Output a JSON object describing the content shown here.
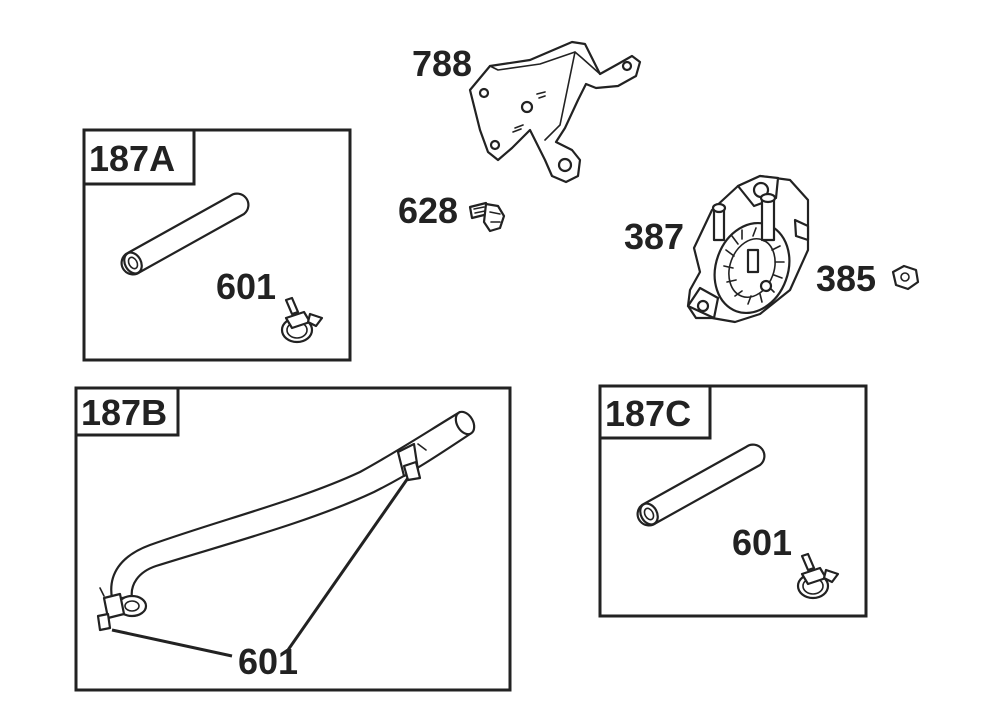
{
  "diagram": {
    "boxes": [
      {
        "id": "kit-a",
        "label": "187A",
        "part_callout": "601"
      },
      {
        "id": "kit-b",
        "label": "187B",
        "part_callout": "601"
      },
      {
        "id": "kit-c",
        "label": "187C",
        "part_callout": "601"
      }
    ],
    "callouts": {
      "bracket": "788",
      "screw": "628",
      "fuel_pump": "387",
      "nut": "385"
    },
    "colors": {
      "ink": "#222222",
      "paper": "#ffffff"
    }
  }
}
